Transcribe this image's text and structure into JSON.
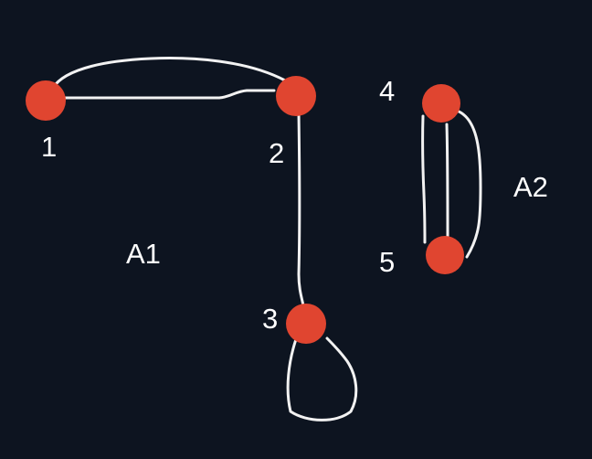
{
  "colors": {
    "background": "#0d1420",
    "node_fill": "#e04530",
    "edge_stroke": "#f2f2f2",
    "label_text": "#ffffff"
  },
  "graph": {
    "nodes": [
      {
        "id": "1",
        "label": "1"
      },
      {
        "id": "2",
        "label": "2"
      },
      {
        "id": "3",
        "label": "3"
      },
      {
        "id": "4",
        "label": "4"
      },
      {
        "id": "5",
        "label": "5"
      }
    ],
    "edges": [
      {
        "from": "1",
        "to": "2",
        "kind": "arc"
      },
      {
        "from": "1",
        "to": "2",
        "kind": "line"
      },
      {
        "from": "2",
        "to": "3",
        "kind": "line"
      },
      {
        "from": "3",
        "to": "3",
        "kind": "loop"
      },
      {
        "from": "4",
        "to": "5",
        "kind": "line"
      },
      {
        "from": "4",
        "to": "5",
        "kind": "line"
      },
      {
        "from": "4",
        "to": "5",
        "kind": "arc"
      }
    ],
    "components": [
      {
        "label": "A1"
      },
      {
        "label": "A2"
      }
    ]
  }
}
